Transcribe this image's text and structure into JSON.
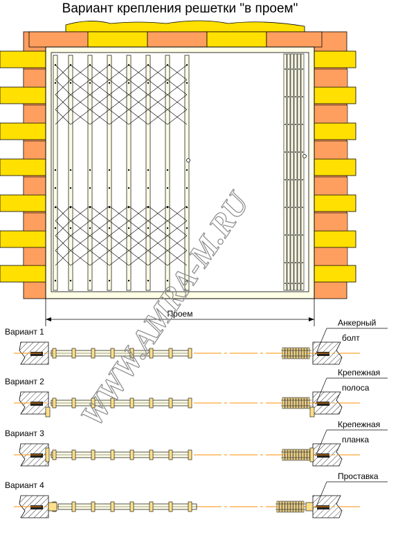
{
  "title": "Вариант крепления решетки \"в проем\"",
  "opening_label": "Проем",
  "watermark": "WWW.AMRA-M.RU",
  "variants": [
    {
      "label": "Вариант 1",
      "callout": [
        "Анкерный",
        "болт"
      ]
    },
    {
      "label": "Вариант 2",
      "callout": [
        "Крепежная",
        "полоса"
      ]
    },
    {
      "label": "Вариант 3",
      "callout": [
        "Крепежная",
        "планка"
      ]
    },
    {
      "label": "Вариант 4",
      "callout": [
        "Проставка"
      ]
    }
  ],
  "colors": {
    "brick_yellow": "#ffe000",
    "brick_orange": "#ff9f5f",
    "frame_fill": "#ffffe6",
    "axis_line": "#ff8c00",
    "watermark": "#8a8a8a"
  }
}
